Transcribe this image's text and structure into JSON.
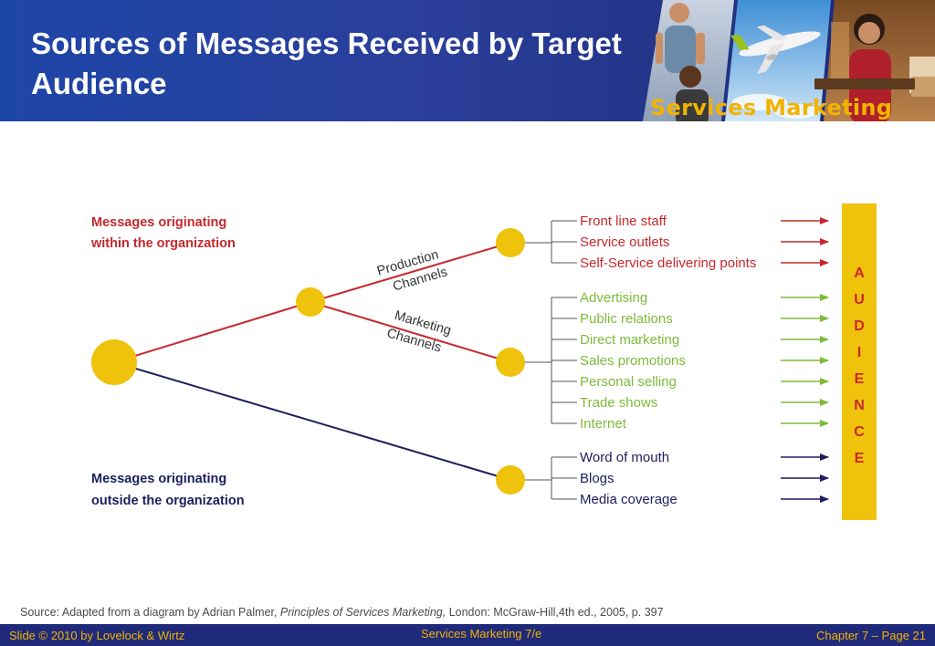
{
  "title": "Sources of Messages Received by Target Audience",
  "brand": "Services Marketing",
  "diagram": {
    "within_label": [
      "Messages originating",
      "within the organization"
    ],
    "outside_label": [
      "Messages originating",
      "outside the organization"
    ],
    "production_channel": [
      "Production",
      "Channels"
    ],
    "marketing_channel": [
      "Marketing",
      "Channels"
    ],
    "production_items": [
      "Front line staff",
      "Service outlets",
      "Self-Service delivering points"
    ],
    "marketing_items": [
      "Advertising",
      "Public relations",
      "Direct marketing",
      "Sales promotions",
      "Personal selling",
      "Trade shows",
      "Internet"
    ],
    "outside_items": [
      "Word of mouth",
      "Blogs",
      "Media coverage"
    ],
    "audience": [
      "A",
      "U",
      "D",
      "I",
      "E",
      "N",
      "C",
      "E"
    ]
  },
  "source": {
    "prefix": "Source: Adapted from a diagram by Adrian Palmer, ",
    "book": "Principles of Services Marketing,",
    "suffix": " London: McGraw-Hill,4th ed., 2005, p. 397"
  },
  "footer": {
    "left": "Slide © 2010 by Lovelock & Wirtz",
    "center": "Services Marketing 7/e",
    "right": "Chapter 7 – Page 21"
  },
  "colors": {
    "header_blue": "#1f3b99",
    "footer_blue": "#1f2a7a",
    "accent_gold": "#f2b400",
    "production_red": "#c8282d",
    "marketing_green": "#7dbb3a",
    "outside_navy": "#1c1f5e",
    "node_yellow": "#efc20c"
  }
}
